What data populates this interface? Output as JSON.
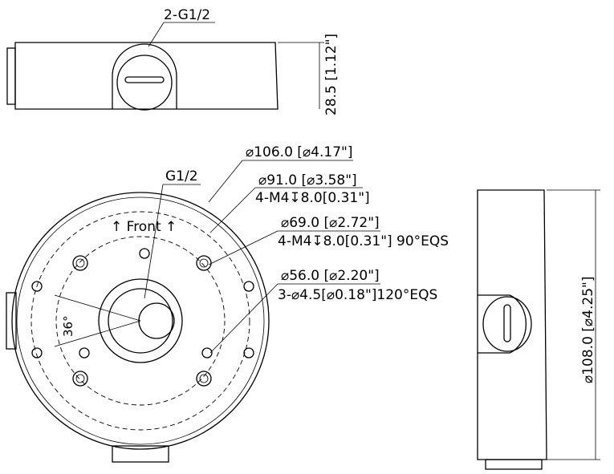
{
  "top_view": {
    "thread_label": "2-G1/2",
    "height_dim": "28.5 [1.12\"]"
  },
  "front_view": {
    "thread_label": "G1/2",
    "front_mark": "↑ Front ↑",
    "angle": "36°",
    "callouts": [
      {
        "line1": "⌀106.0 [⌀4.17\"]",
        "line2": ""
      },
      {
        "line1": "⌀91.0 [⌀3.58\"]",
        "line2": "4-M4↧8.0[0.31\"]"
      },
      {
        "line1": "⌀69.0 [⌀2.72\"]",
        "line2": "4-M4↧8.0[0.31\"] 90°EQS"
      },
      {
        "line1": "⌀56.0 [⌀2.20\"]",
        "line2": "3-⌀4.5[⌀0.18\"]120°EQS"
      }
    ]
  },
  "side_view": {
    "diameter_dim": "⌀108.0 [⌀4.25\"]"
  }
}
